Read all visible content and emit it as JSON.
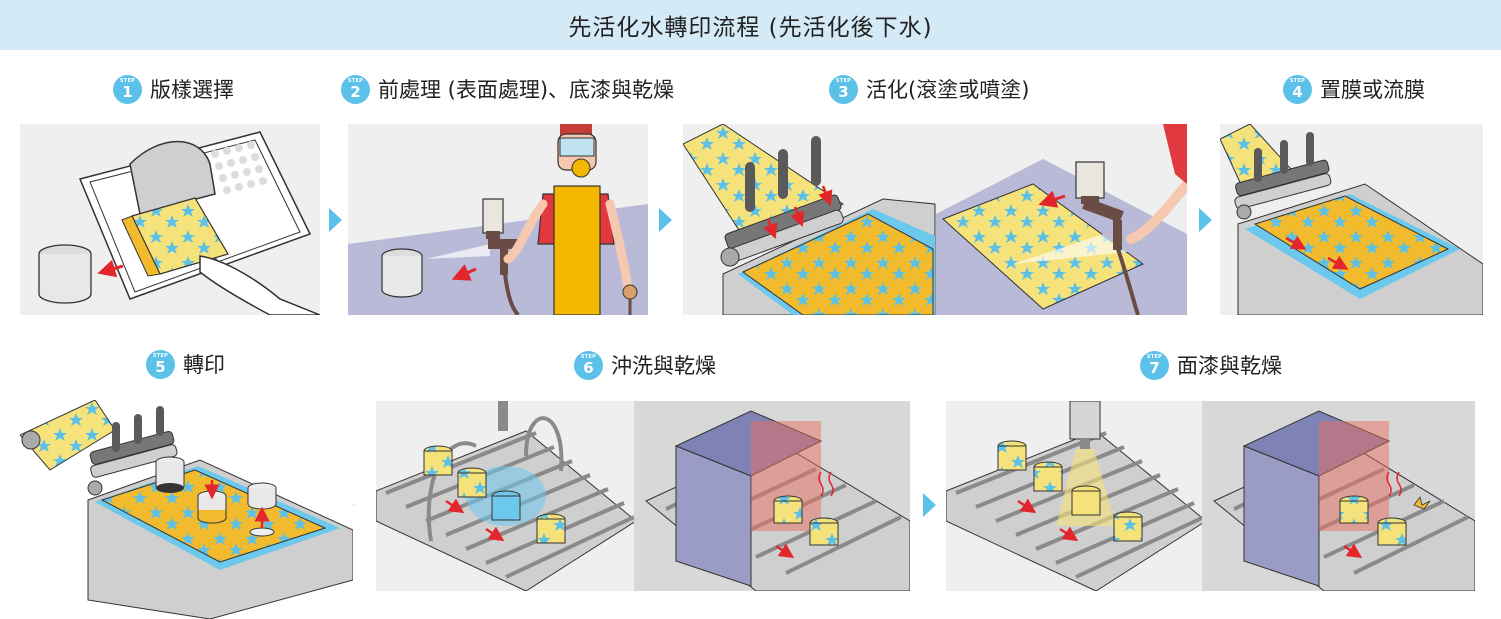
{
  "title": "先活化水轉印流程 (先活化後下水)",
  "step_word": "STEP",
  "steps": [
    {
      "number": "1",
      "label": "版樣選擇"
    },
    {
      "number": "2",
      "label": "前處理 (表面處理)、底漆與乾燥"
    },
    {
      "number": "3",
      "label": "活化(滾塗或噴塗)"
    },
    {
      "number": "4",
      "label": "置膜或流膜"
    },
    {
      "number": "5",
      "label": "轉印"
    },
    {
      "number": "6",
      "label": "沖洗與乾燥"
    },
    {
      "number": "7",
      "label": "面漆與乾燥"
    }
  ],
  "colors": {
    "banner": "#d4ebf7",
    "badge": "#5bc1e8",
    "arrow": "#5bc1e8",
    "film_yellow": "#f6e27a",
    "film_orange": "#f2bb2e",
    "star_blue": "#5bc1e8",
    "water_blue": "#6cc8ec",
    "tank_gray": "#c6c6c6",
    "shirt_red": "#e2393f",
    "apron_yellow": "#f5b800",
    "oven_purple": "#9a9cc6",
    "heat_red": "#e8705f"
  },
  "icons": [
    "catalog-book-icon",
    "spray-gun-icon",
    "roller-icon",
    "conveyor-icon",
    "oven-icon",
    "shower-nozzle-icon"
  ]
}
